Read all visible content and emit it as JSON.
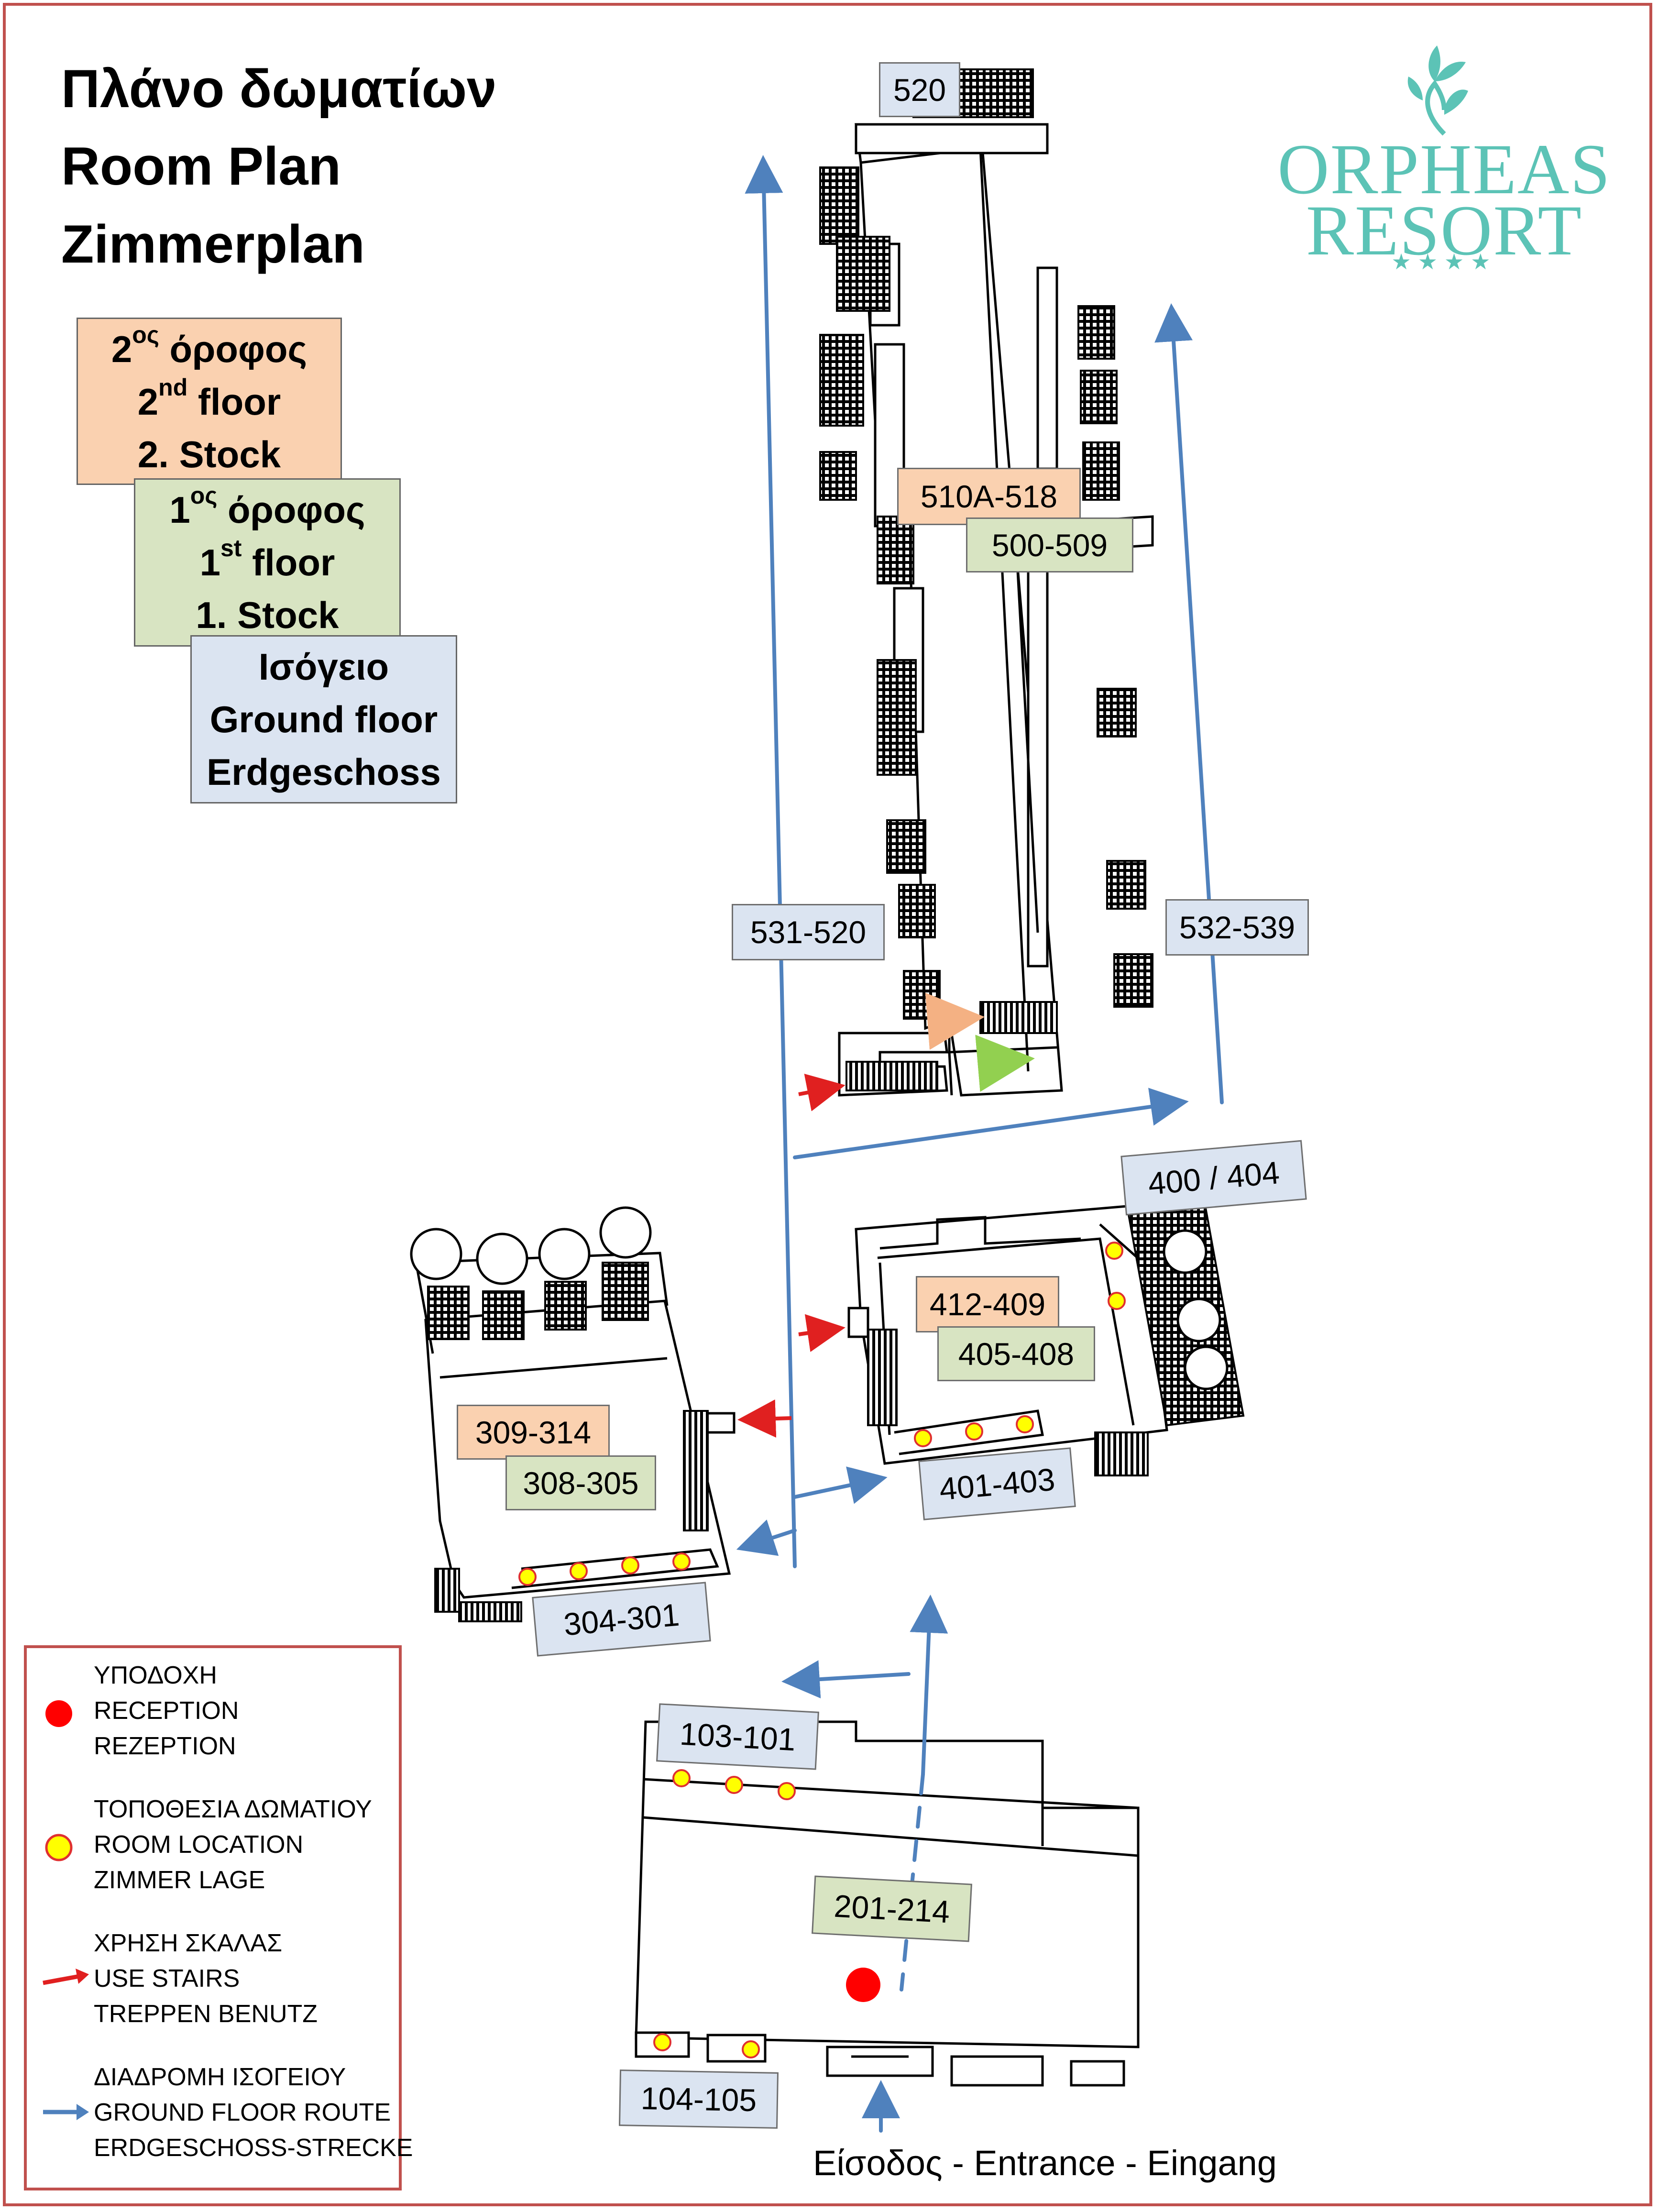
{
  "title": {
    "line1": "Πλάνο δωματίων",
    "line2": "Room Plan",
    "line3": "Zimmerplan"
  },
  "floors": {
    "second": {
      "greek_pre": "2",
      "greek_sup": "ος",
      "greek_post": " όροφος",
      "en_pre": "2",
      "en_sup": "nd",
      "en_post": " floor",
      "de": "2. Stock"
    },
    "first": {
      "greek_pre": "1",
      "greek_sup": "ος",
      "greek_post": " όροφος",
      "en_pre": "1",
      "en_sup": "st",
      "en_post": " floor",
      "de": "1. Stock"
    },
    "ground": {
      "greek": "Ισόγειο",
      "en": "Ground floor",
      "de": "Erdgeschoss"
    }
  },
  "room_labels": {
    "r520": "520",
    "r510": "510A-518",
    "r500": "500-509",
    "r531": "531-520",
    "r532": "532-539",
    "r400": "400 / 404",
    "r412": "412-409",
    "r405": "405-408",
    "r401": "401-403",
    "r309": "309-314",
    "r308": "308-305",
    "r304": "304-301",
    "r103": "103-101",
    "r201": "201-214",
    "r104": "104-105"
  },
  "legend": {
    "reception": {
      "el": "ΥΠΟΔΟΧΗ",
      "en": "RECEPTION",
      "de": "REZEPTION"
    },
    "room_location": {
      "el": "ΤΟΠΟΘΕΣΙΑ ΔΩΜΑΤΙΟΥ",
      "en": "ROOM LOCATION",
      "de": "ZIMMER LAGE"
    },
    "stairs": {
      "el": "ΧΡΗΣΗ ΣΚΑΛΑΣ",
      "en": "USE STAIRS",
      "de": " TREPPEN BENUTZ"
    },
    "route": {
      "el": "ΔΙΑΔΡΟΜΗ ΙΣΟΓΕΙΟΥ",
      "en": "GROUND FLOOR ROUTE",
      "de": "ERDGESCHOSS-STRECKE"
    }
  },
  "entrance": "Είσοδος - Entrance - Eingang",
  "logo": {
    "line1": "ORPHEAS",
    "line2": "RESORT",
    "stars": "★★★★"
  },
  "colors": {
    "border": "#c0504d",
    "route": "#4f81bd",
    "stairs": "#e02020",
    "reception": "#ff0000",
    "room_dot": "#ffff00",
    "room_dot_stroke": "#e03030",
    "peach": "#fad1b0",
    "green": "#d8e4c2",
    "blue": "#dbe4f1",
    "logo": "#5cc3b6",
    "arrow_peach": "#f4b183",
    "arrow_green": "#92d050"
  }
}
